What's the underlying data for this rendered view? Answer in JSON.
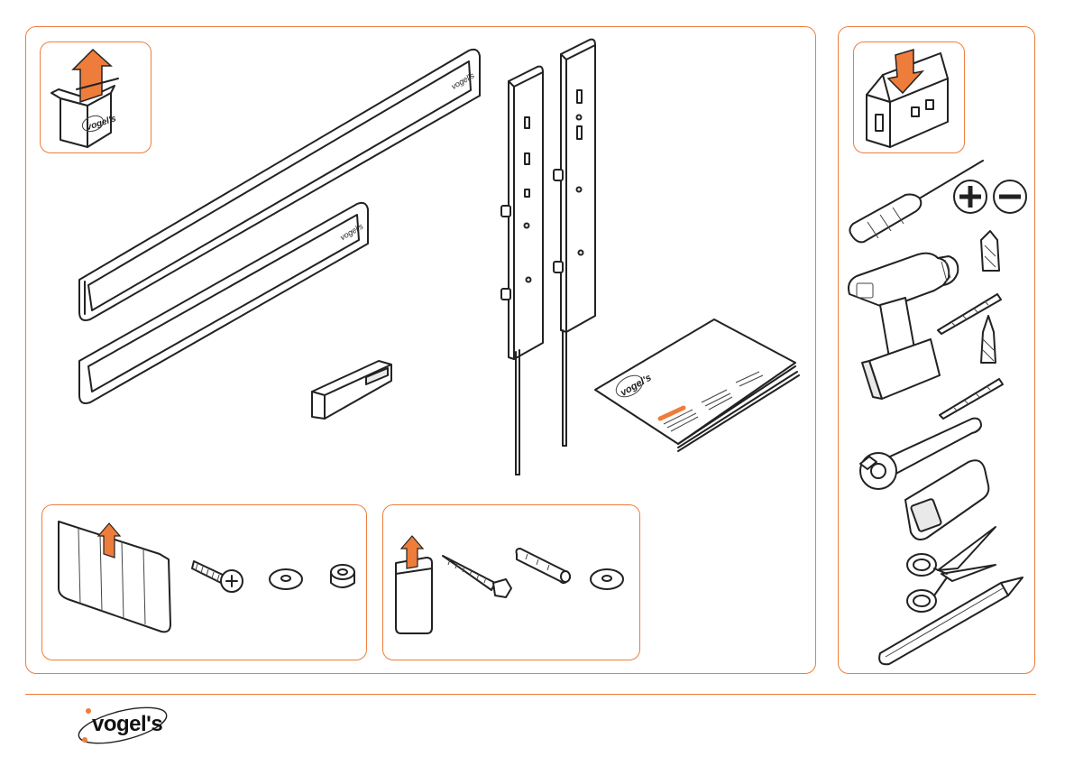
{
  "brand": {
    "logo_text": "vogel's",
    "accent_color": "#ee7d3b",
    "line_color": "#222222"
  },
  "main_panel": {
    "unpack_icon": "box-unpack-arrow-up-icon",
    "parts": [
      "long-rail",
      "short-rail",
      "end-cap",
      "vertical-bracket-left",
      "vertical-bracket-right",
      "manual-booklet"
    ],
    "manual_label": "vogel's"
  },
  "bag_panel_a": {
    "icon": "bag-unpack-arrow-up-icon",
    "parts": [
      "machine-screw",
      "washer",
      "spacer"
    ]
  },
  "bag_panel_b": {
    "icon": "bag-unpack-arrow-up-icon",
    "parts": [
      "wood-screw",
      "wall-plug",
      "washer"
    ]
  },
  "tools_panel": {
    "icon": "house-install-arrow-down-icon",
    "tools": [
      "screwdriver",
      "plus-symbol",
      "minus-symbol",
      "drill-bit",
      "cordless-drill",
      "drill-bit-long",
      "drill-bit",
      "drill-bit-long",
      "socket-wrench",
      "stud-finder",
      "scissors",
      "pencil"
    ]
  }
}
